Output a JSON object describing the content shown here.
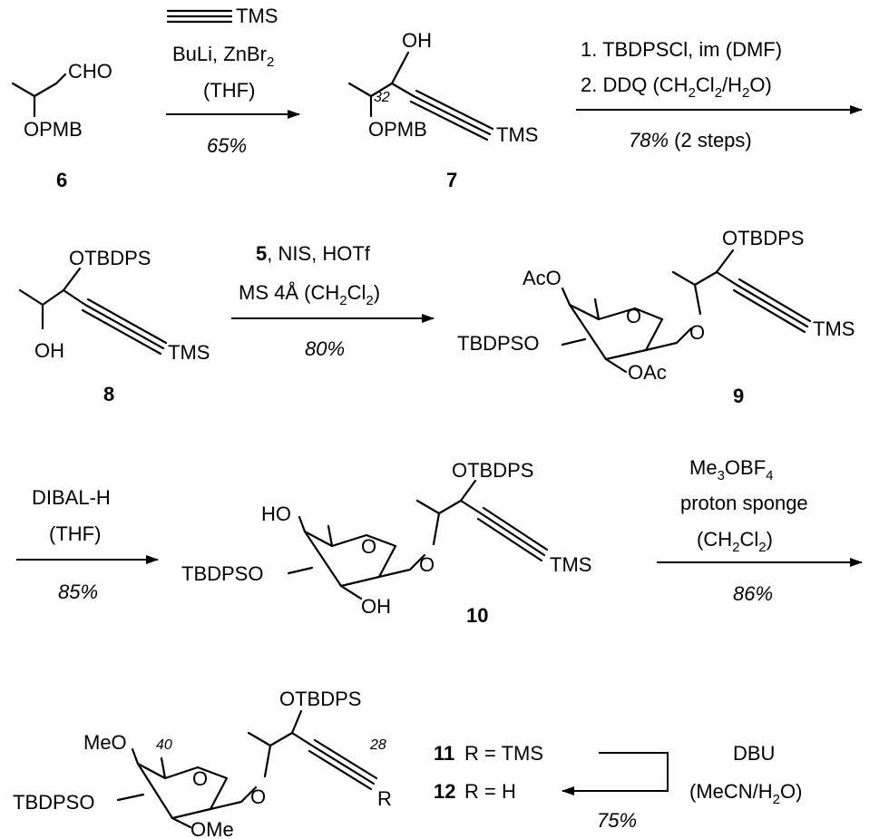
{
  "compounds": {
    "c6": {
      "id": "6",
      "cho": "CHO",
      "opmb": "OPMB"
    },
    "c7": {
      "id": "7",
      "oh": "OH",
      "pos": "32",
      "opmb": "OPMB",
      "tms": "TMS"
    },
    "c8": {
      "id": "8",
      "otbdps": "OTBDPS",
      "oh": "OH",
      "tms": "TMS"
    },
    "c9": {
      "id": "9",
      "aco": "AcO",
      "tbdpso": "TBDPSO",
      "oac": "OAc",
      "o_ring": "O",
      "o_link": "O",
      "otbdps": "OTBDPS",
      "tms": "TMS"
    },
    "c10": {
      "id": "10",
      "ho": "HO",
      "tbdpso": "TBDPSO",
      "oh": "OH",
      "o_ring": "O",
      "o_link": "O",
      "otbdps": "OTBDPS",
      "tms": "TMS"
    },
    "c11_12": {
      "meo": "MeO",
      "pos40": "40",
      "tbdpso": "TBDPSO",
      "ome": "OMe",
      "o_ring": "O",
      "o_link": "O",
      "otbdps": "OTBDPS",
      "pos28": "28",
      "r": "R"
    }
  },
  "steps": {
    "s1": {
      "reagent_alkyne": "TMS",
      "line1": "BuLi, ZnBr",
      "line1_sub": "2",
      "line2": "(THF)",
      "yield": "65%"
    },
    "s2": {
      "line1": "1. TBDPSCl, im (DMF)",
      "line2_a": "2. DDQ (CH",
      "line2_sub1": "2",
      "line2_b": "Cl",
      "line2_sub2": "2",
      "line2_c": "/H",
      "line2_sub3": "2",
      "line2_d": "O)",
      "yield": "78%",
      "yield_note": " (2 steps)"
    },
    "s3": {
      "line1_bold": "5",
      "line1_rest": ", NIS, HOTf",
      "line2_a": "MS 4Å (CH",
      "line2_sub1": "2",
      "line2_b": "Cl",
      "line2_sub2": "2",
      "line2_c": ")",
      "yield": "80%"
    },
    "s4": {
      "line1": "DIBAL-H",
      "line2": "(THF)",
      "yield": "85%"
    },
    "s5": {
      "line1_a": "Me",
      "line1_sub1": "3",
      "line1_b": "OBF",
      "line1_sub2": "4",
      "line2": "proton sponge",
      "line3_a": "(CH",
      "line3_sub1": "2",
      "line3_b": "Cl",
      "line3_sub2": "2",
      "line3_c": ")",
      "yield": "86%"
    },
    "s6": {
      "line1": "DBU",
      "line2_a": "(MeCN/H",
      "line2_sub": "2",
      "line2_b": "O)",
      "yield": "75%"
    }
  },
  "legend": {
    "c11_id": "11",
    "c11_text": "R = TMS",
    "c12_id": "12",
    "c12_text": "R = H"
  }
}
